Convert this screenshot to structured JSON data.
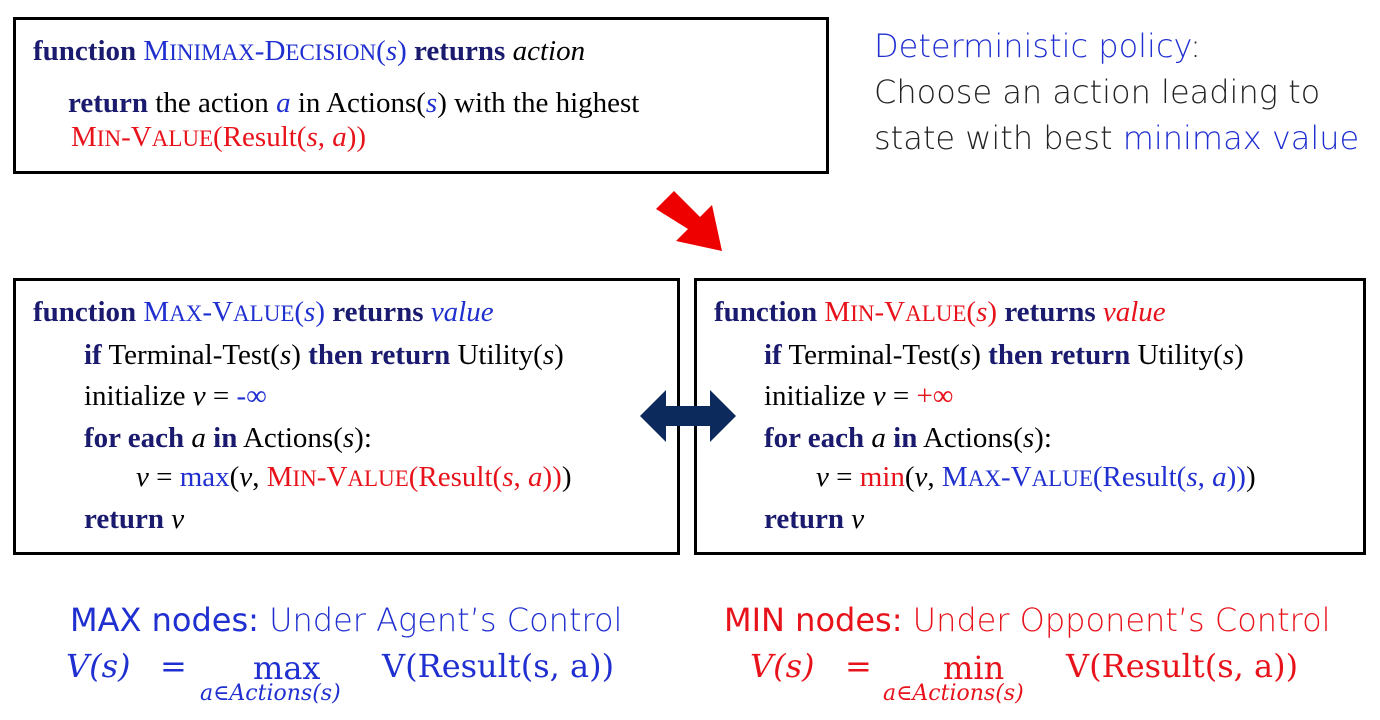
{
  "decision_box": {
    "kw_function": "function",
    "name_first_big": "M",
    "name_rest_small": "INIMAX",
    "name_dash": "-",
    "name_second_big": "D",
    "name_second_small": "ECISION",
    "open_paren": "(",
    "param": "s",
    "close_paren": ")",
    "kw_returns": "returns",
    "return_type": "action",
    "kw_return": "return",
    "text_the_action": "the action",
    "var_a": "a",
    "text_in_actions": "in Actions(",
    "param2": "s",
    "text_with_highest": ") with the highest",
    "min_m": "M",
    "min_in": "IN",
    "min_dash": "-",
    "min_v": "V",
    "min_alue": "ALUE",
    "min_result_open": "(Result(",
    "min_s": "s",
    "min_comma": ", ",
    "min_a": "a",
    "min_close": "))"
  },
  "policy_note": {
    "line1_blue": "Deterministic policy",
    "line1_colon": ":",
    "line2": "Choose an action leading to",
    "line3_plain": "state with best ",
    "line3_blue": "minimax value"
  },
  "max_box": {
    "kw_function": "function",
    "name_m": "M",
    "name_ax": "AX",
    "name_dash": "-",
    "name_v": "V",
    "name_alue": "ALUE",
    "open_paren": "(",
    "param": "s",
    "close_paren": ")",
    "kw_returns": "returns",
    "return_type": "value",
    "kw_if": "if",
    "terminal_test": "Terminal-Test(",
    "tt_s": "s",
    "tt_close": ")",
    "kw_then_return": "then return",
    "utility": "Utility(",
    "ut_s": "s",
    "ut_close": ")",
    "init_text": "initialize ",
    "init_v": "v",
    "init_eq": " = ",
    "init_val": "-∞",
    "kw_for_each": "for each",
    "fe_a": "a",
    "kw_in": "in",
    "fe_actions": "Actions(",
    "fe_s": "s",
    "fe_close": "):",
    "assign_v": "v",
    "assign_eq": " = ",
    "assign_fn": "max",
    "assign_open": "(",
    "assign_v2": "v",
    "assign_comma": ", ",
    "inner_m": "M",
    "inner_in": "IN",
    "inner_dash": "-",
    "inner_v": "V",
    "inner_alue": "ALUE",
    "inner_result": "(Result(",
    "inner_s": "s",
    "inner_comma": ", ",
    "inner_a": "a",
    "inner_close": "))",
    "assign_close": ")",
    "kw_return": "return",
    "ret_v": "v"
  },
  "min_box": {
    "kw_function": "function",
    "name_m": "M",
    "name_in": "IN",
    "name_dash": "-",
    "name_v": "V",
    "name_alue": "ALUE",
    "open_paren": "(",
    "param": "s",
    "close_paren": ")",
    "kw_returns": "returns",
    "return_type": "value",
    "kw_if": "if",
    "terminal_test": "Terminal-Test(",
    "tt_s": "s",
    "tt_close": ")",
    "kw_then_return": "then return",
    "utility": "Utility(",
    "ut_s": "s",
    "ut_close": ")",
    "init_text": "initialize ",
    "init_v": "v",
    "init_eq": " = ",
    "init_val": "+∞",
    "kw_for_each": "for each",
    "fe_a": "a",
    "kw_in": "in",
    "fe_actions": "Actions(",
    "fe_s": "s",
    "fe_close": "):",
    "assign_v": "v",
    "assign_eq": " = ",
    "assign_fn": "min",
    "assign_open": "(",
    "assign_v2": "v",
    "assign_comma": ", ",
    "inner_m": "M",
    "inner_ax": "AX",
    "inner_dash": "-",
    "inner_v": "V",
    "inner_alue": "ALUE",
    "inner_result": "(Result(",
    "inner_s": "s",
    "inner_comma": ", ",
    "inner_a": "a",
    "inner_close": "))",
    "assign_close": ")",
    "kw_return": "return",
    "ret_v": "v"
  },
  "max_caption": {
    "bold": "MAX nodes:",
    "rest": " Under Agent’s Control",
    "lhs": "V(s)",
    "eq": "=",
    "op": "max",
    "sub": "a∈Actions(s)",
    "rhs": "V(Result(s, a))"
  },
  "min_caption": {
    "bold": "MIN nodes:",
    "rest": " Under Opponent’s Control",
    "lhs": "V(s)",
    "eq": "=",
    "op": "min",
    "sub": "a∈Actions(s)",
    "rhs": "V(Result(s, a))"
  },
  "colors": {
    "keyword": "#1a1a6e",
    "blue": "#1f2fd0",
    "red": "#e8121b",
    "arrow_red": "#ee0000",
    "arrow_navy": "#0d2a5c"
  },
  "icons": {
    "down_arrow": "red-diagonal-arrow-icon",
    "double_arrow": "navy-double-arrow-icon"
  }
}
